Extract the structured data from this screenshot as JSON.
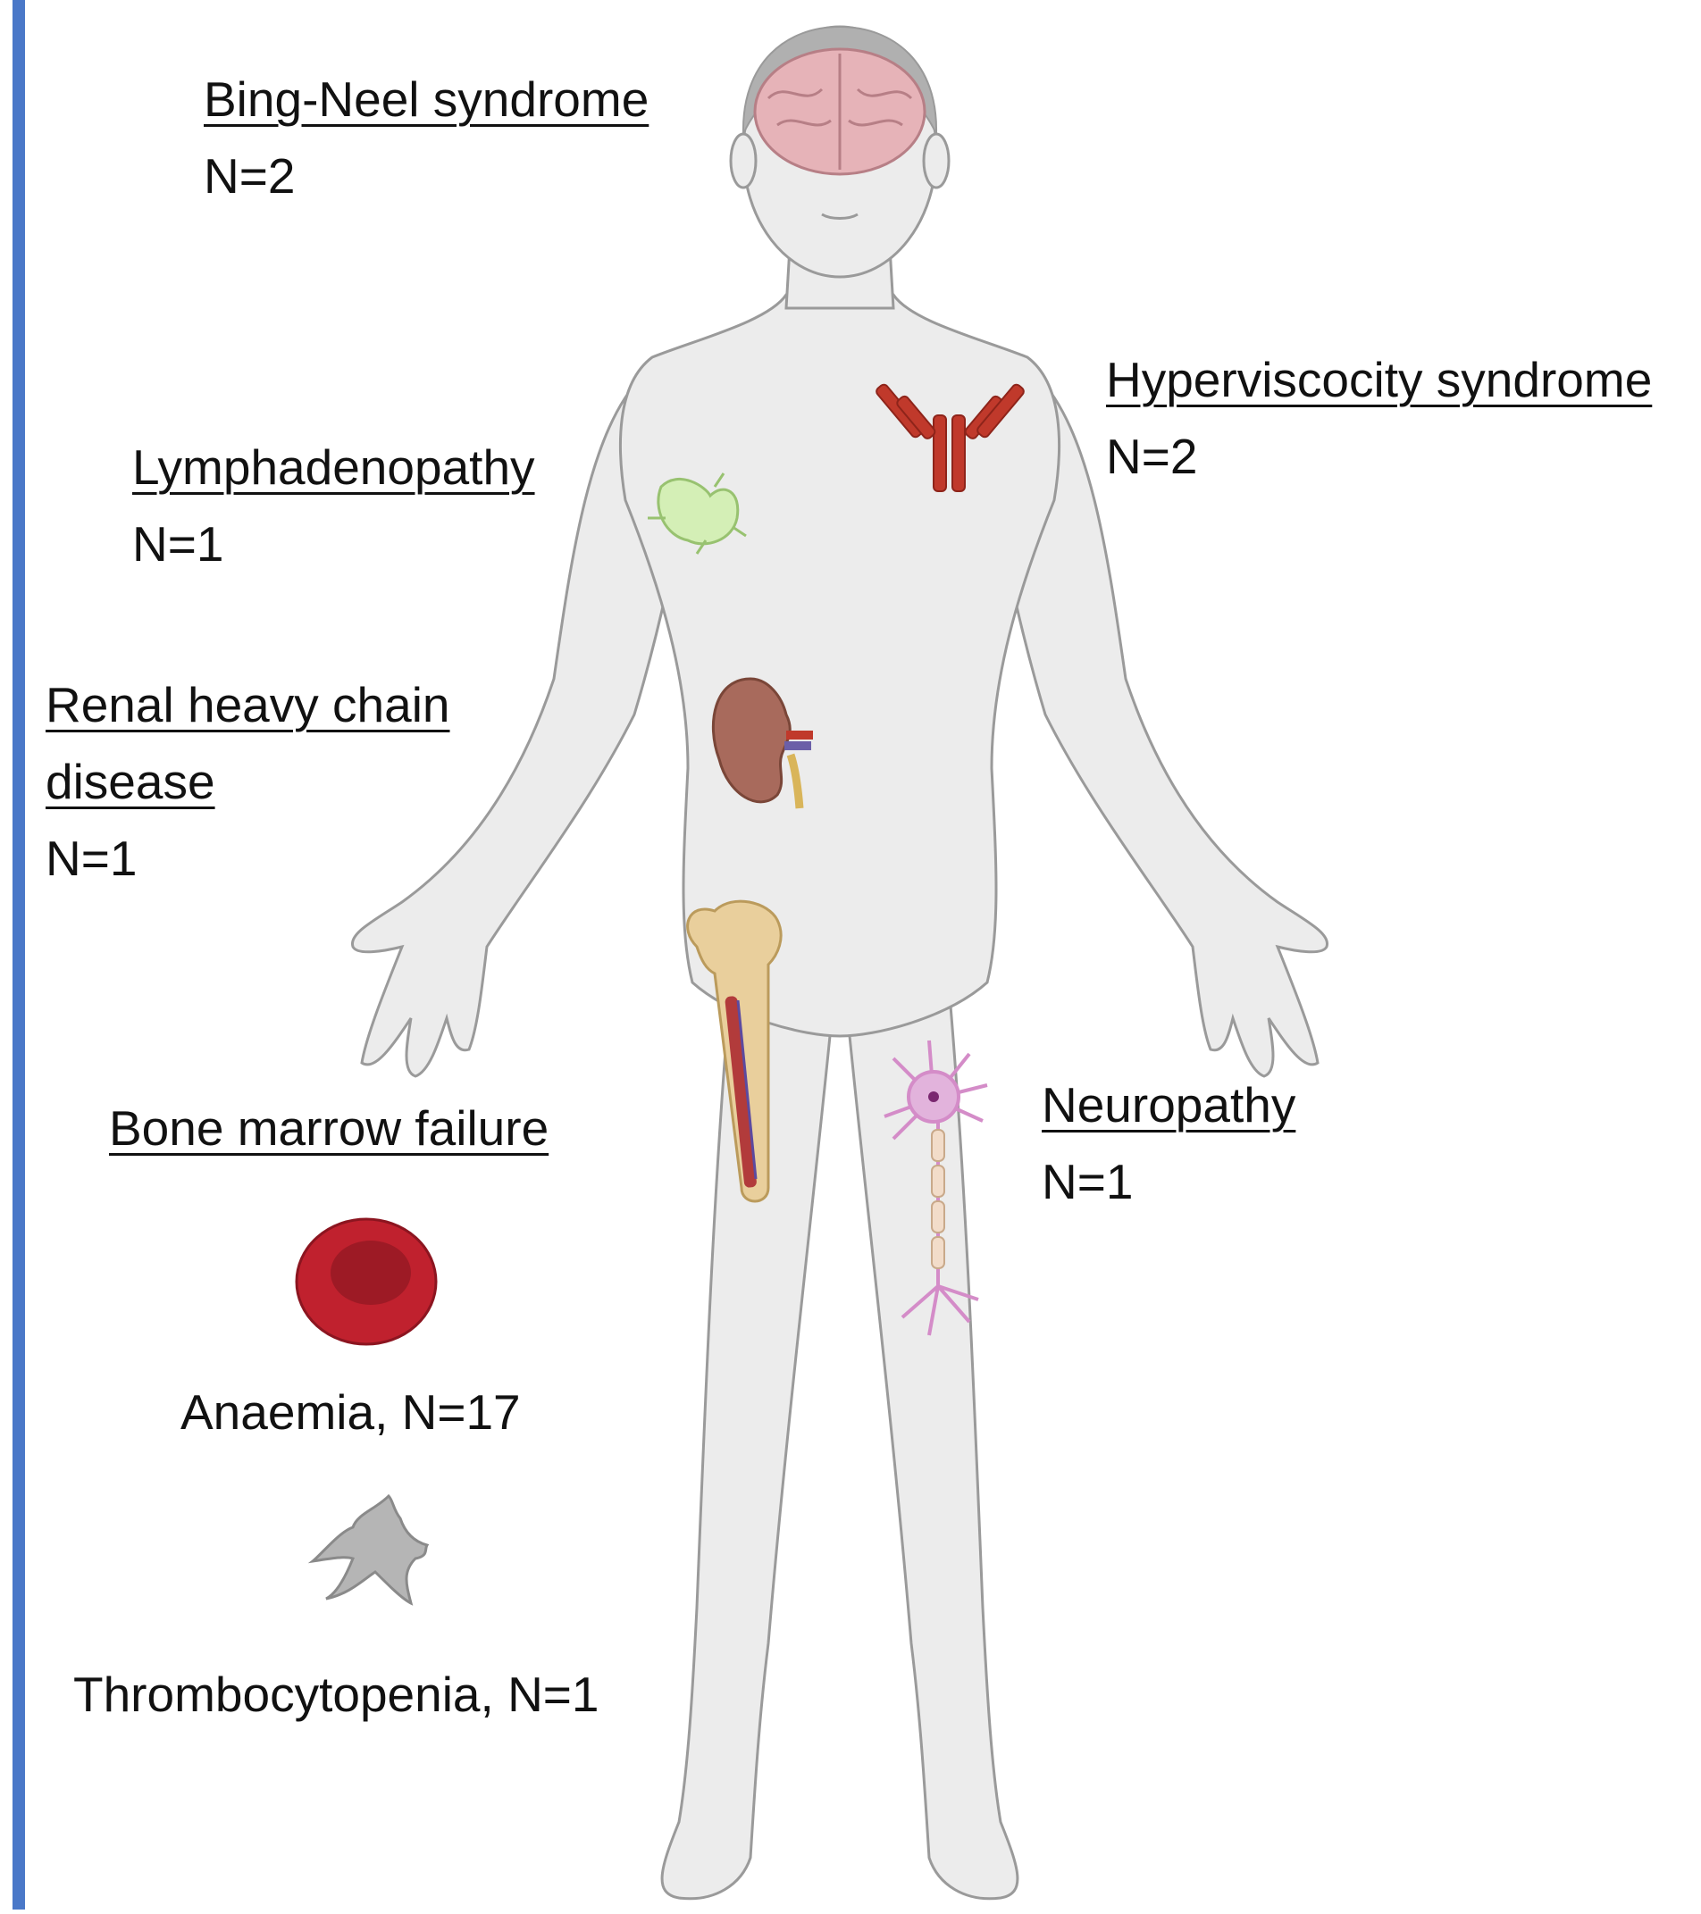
{
  "labels": {
    "bing_neel": {
      "title": "Bing-Neel syndrome",
      "n": "N=2"
    },
    "hyperviscosity": {
      "title": "Hyperviscocity syndrome",
      "n": "N=2"
    },
    "lymphadenopathy": {
      "title": "Lymphadenopathy",
      "n": "N=1"
    },
    "renal": {
      "title_line1": "Renal heavy chain",
      "title_line2": "disease",
      "n": "N=1"
    },
    "neuropathy": {
      "title": "Neuropathy",
      "n": "N=1"
    },
    "bone_marrow": {
      "title": "Bone marrow failure",
      "anaemia": "Anaemia, N=17",
      "thrombo": "Thrombocytopenia, N=1"
    }
  },
  "colors": {
    "side_bar": "#4a78c8",
    "body_fill": "#ececec",
    "body_outline": "#9a9a9a",
    "brain": "#e6b3b8",
    "antibody": "#c0392b",
    "lymph_node": "#d4efb6",
    "kidney": "#a86a5c",
    "bone": "#e9cf9c",
    "neuron": "#d48cc8",
    "red_blood_cell": "#c0212e",
    "platelet": "#b5b5b5"
  },
  "icons": [
    "brain-icon",
    "antibody-icon",
    "lymph-node-icon",
    "kidney-icon",
    "femur-bone-icon",
    "neuron-icon",
    "red-blood-cell-icon",
    "platelet-icon"
  ]
}
